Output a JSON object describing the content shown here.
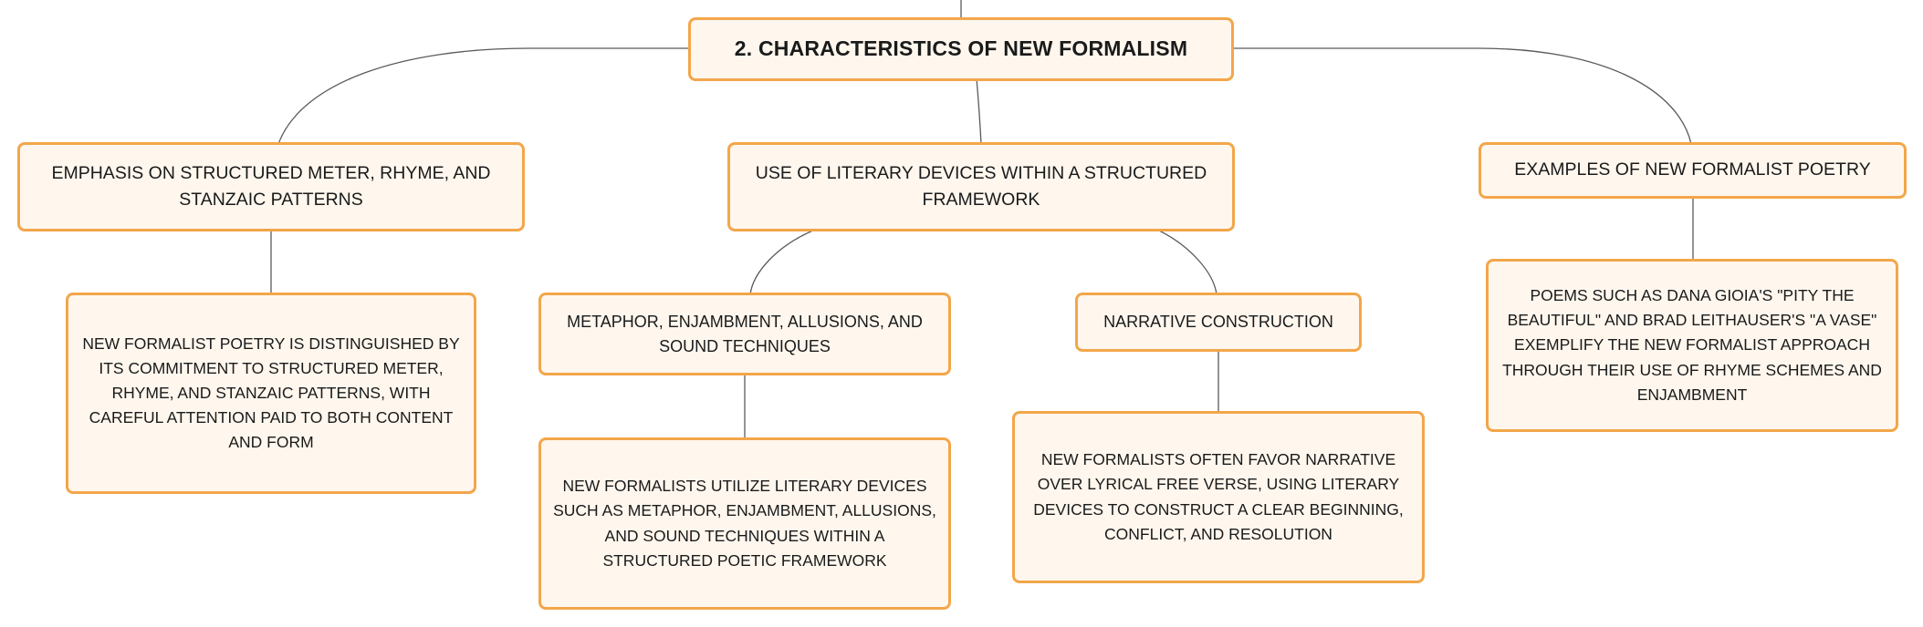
{
  "diagram": {
    "root": {
      "label": "2. CHARACTERISTICS OF NEW FORMALISM"
    },
    "branches": [
      {
        "label": "EMPHASIS ON STRUCTURED METER, RHYME, AND STANZAIC PATTERNS",
        "detail": "NEW FORMALIST POETRY IS DISTINGUISHED BY ITS COMMITMENT TO STRUCTURED METER, RHYME, AND STANZAIC PATTERNS, WITH CAREFUL ATTENTION PAID TO BOTH CONTENT AND FORM"
      },
      {
        "label": "USE OF LITERARY DEVICES WITHIN A STRUCTURED FRAMEWORK",
        "children": [
          {
            "label": "METAPHOR, ENJAMBMENT, ALLUSIONS, AND SOUND TECHNIQUES",
            "detail": "NEW FORMALISTS UTILIZE LITERARY DEVICES SUCH AS METAPHOR, ENJAMBMENT, ALLUSIONS, AND SOUND TECHNIQUES WITHIN A STRUCTURED POETIC FRAMEWORK"
          },
          {
            "label": "NARRATIVE CONSTRUCTION",
            "detail": "NEW FORMALISTS OFTEN FAVOR NARRATIVE OVER LYRICAL FREE VERSE, USING LITERARY DEVICES TO CONSTRUCT A CLEAR BEGINNING, CONFLICT, AND RESOLUTION"
          }
        ]
      },
      {
        "label": "EXAMPLES OF NEW FORMALIST POETRY",
        "detail": "POEMS SUCH AS DANA GIOIA'S \"PITY THE BEAUTIFUL\" AND BRAD LEITHAUSER'S \"A VASE\" EXEMPLIFY THE NEW FORMALIST APPROACH THROUGH THEIR USE OF RHYME SCHEMES AND ENJAMBMENT"
      }
    ]
  },
  "colors": {
    "node_border": "#f3a64a",
    "node_fill": "#fff7ee",
    "connector": "#5a5a5a"
  }
}
